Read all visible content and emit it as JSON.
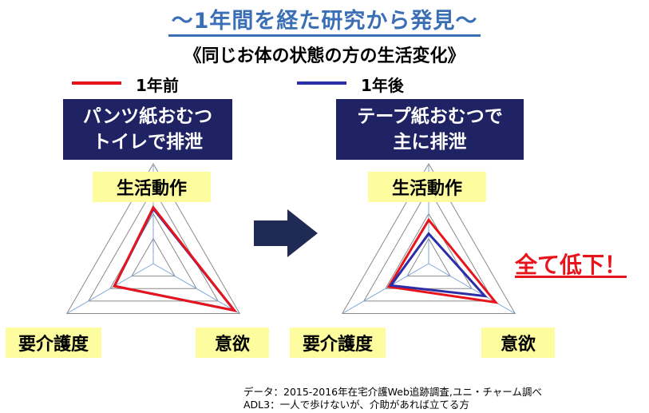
{
  "title": "～1年間を経た研究から発見～",
  "subtitle": "《同じお体の状態の方の生活変化》",
  "legend": {
    "before": {
      "label": "1年前",
      "color": "#e8141c"
    },
    "after": {
      "label": "1年後",
      "color": "#2c2ea8"
    }
  },
  "panels": {
    "left": {
      "heading_line1": "パンツ紙おむつ",
      "heading_line2": "トイレで排泄"
    },
    "right": {
      "heading_line1": "テープ紙おむつで",
      "heading_line2": "主に排泄"
    }
  },
  "axis_labels": {
    "top": "生活動作",
    "left": "要介護度",
    "right": "意欲"
  },
  "conclusion": "全て低下！",
  "notes": {
    "line1": "データ：2015-2016年在宅介護Web追跡調査,ユニ・チャーム調べ",
    "line2": "ADL3：一人で歩けないが、介助があれば立てる方"
  },
  "colors": {
    "navy": "#1f2363",
    "label_bg": "#fdfd9f",
    "grid": "#8a8a8a",
    "arrow": "#1f2b55"
  },
  "chart_data": [
    {
      "type": "radar",
      "axes": [
        "生活動作",
        "意欲",
        "要介護度"
      ],
      "range": [
        0,
        4
      ],
      "series": [
        {
          "name": "1年前",
          "values": [
            2.25,
            3.75,
            1.8
          ]
        },
        {
          "name": "1年後",
          "values": [
            2.2,
            3.75,
            1.8
          ]
        }
      ]
    },
    {
      "type": "radar",
      "axes": [
        "生活動作",
        "意欲",
        "要介護度"
      ],
      "range": [
        0,
        4
      ],
      "series": [
        {
          "name": "1年前",
          "values": [
            1.75,
            3.1,
            1.85
          ]
        },
        {
          "name": "1年後",
          "values": [
            1.2,
            2.6,
            1.75
          ]
        }
      ]
    }
  ]
}
